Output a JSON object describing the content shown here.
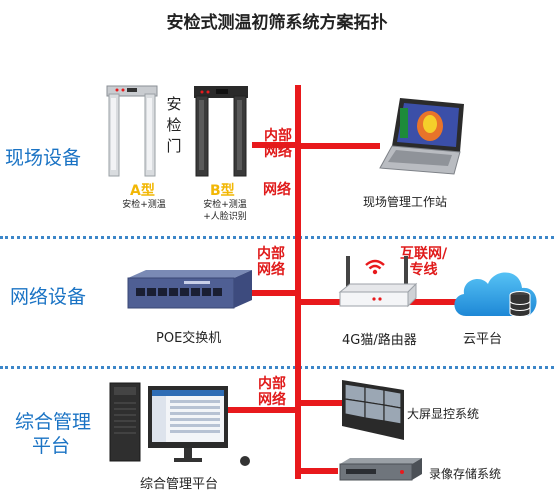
{
  "title": "安检式测温初筛系统方案拓扑",
  "sections": {
    "field": "现场设备",
    "network": "网络设备",
    "management_line1": "综合管理",
    "management_line2": "平台"
  },
  "gate": {
    "door_label": "安检门",
    "type_a": "A型",
    "type_a_desc": "安检+测温",
    "type_b": "B型",
    "type_b_desc_line1": "安检+测温",
    "type_b_desc_line2": "+人脸识别"
  },
  "internal_net": {
    "line1": "内部",
    "line2": "网络"
  },
  "devices": {
    "workstation": "现场管理工作站",
    "poe_switch": "POE交换机",
    "router": "4G猫/路由器",
    "cloud": "云平台",
    "video_wall": "大屏显控系统",
    "nvr": "录像存储系统",
    "platform": "综合管理平台"
  },
  "internet": {
    "line1": "互联网/",
    "line2": "专线"
  },
  "colors": {
    "section_blue": "#1a73c4",
    "network_red": "#e8191c",
    "label_yellow": "#f2b705"
  },
  "icons": [
    "walkthrough-gate-a",
    "walkthrough-gate-b",
    "laptop",
    "poe-switch",
    "router",
    "wifi",
    "cloud",
    "database",
    "server-tower",
    "monitor",
    "video-wall",
    "nvr-recorder"
  ]
}
